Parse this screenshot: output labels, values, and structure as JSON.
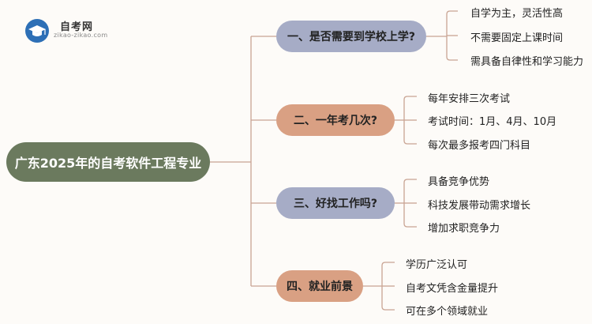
{
  "logo": {
    "title": "自考网",
    "subtitle": "zikao-zikao.com",
    "icon": "graduation-cap-icon",
    "brand_color": "#2d6fb6"
  },
  "root": {
    "label": "广东2025年的自考软件工程专业",
    "color": "#6b7a5e"
  },
  "branches": [
    {
      "label": "一、是否需要到学校上学?",
      "color": "#a6acc6",
      "leaves": [
        "自学为主，灵活性高",
        "不需要固定上课时间",
        "需具备自律性和学习能力"
      ]
    },
    {
      "label": "二、一年考几次?",
      "color": "#d9a083",
      "leaves": [
        "每年安排三次考试",
        "考试时间：1月、4月、10月",
        "每次最多报考四门科目"
      ]
    },
    {
      "label": "三、好找工作吗?",
      "color": "#a6acc6",
      "leaves": [
        "具备竞争优势",
        "科技发展带动需求增长",
        "增加求职竞争力"
      ]
    },
    {
      "label": "四、就业前景",
      "color": "#d9a083",
      "leaves": [
        "学历广泛认可",
        "自考文凭含金量提升",
        "可在多个领域就业"
      ]
    }
  ],
  "line_color": "#c9a493"
}
